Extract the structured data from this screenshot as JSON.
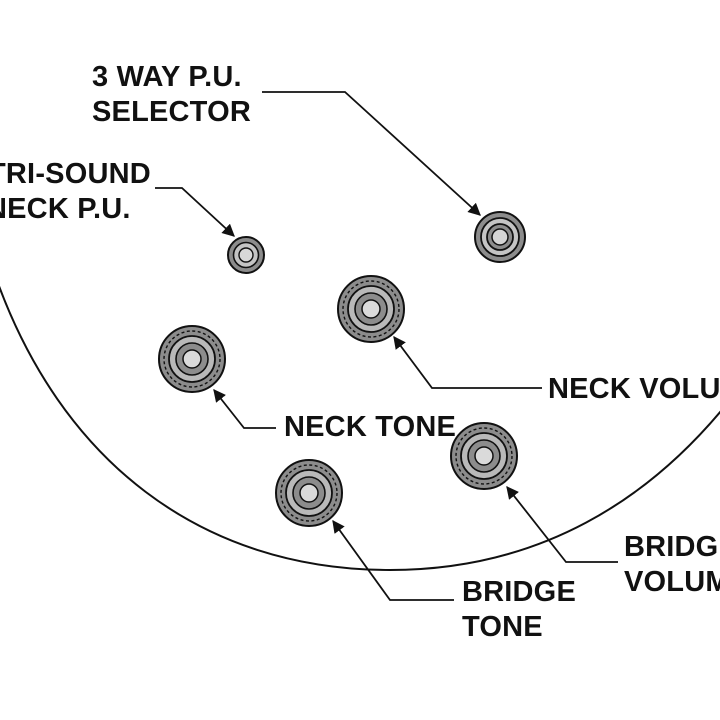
{
  "diagram": {
    "labels": {
      "selector_line1": "3 WAY P.U.",
      "selector_line2": "SELECTOR",
      "trisound_line1": "TRI-SOUND",
      "trisound_line2": "NECK P.U.",
      "neck_volume": "NECK VOLUME",
      "neck_tone": "NECK TONE",
      "bridge_volume_line1": "BRIDGE",
      "bridge_volume_line2": "VOLUME",
      "bridge_tone_line1": "BRIDGE",
      "bridge_tone_line2": "TONE"
    },
    "colors": {
      "stroke": "#111111",
      "knob_outer": "#8c8c8c",
      "knob_mid": "#b9b9b9",
      "knob_inner": "#dadada",
      "background": "#ffffff"
    }
  }
}
